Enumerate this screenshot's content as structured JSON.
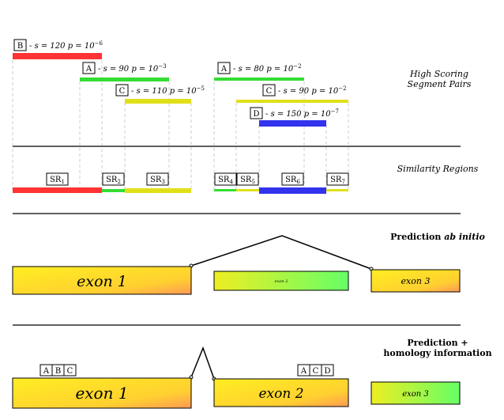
{
  "hsp_section": {
    "title_line1": "High Scoring",
    "title_line2": "Segment Pairs",
    "hsps": [
      {
        "id": "B",
        "score": "s = 120",
        "pval": "p = 10",
        "exp": "−6",
        "color": "#ff3333"
      },
      {
        "id": "A",
        "score": "s = 90",
        "pval": "p = 10",
        "exp": "−3",
        "color": "#33dd33"
      },
      {
        "id": "C",
        "score": "s = 110",
        "pval": "p = 10",
        "exp": "−5",
        "color": "#e0e01a"
      },
      {
        "id": "A",
        "score": "s = 80",
        "pval": "p = 10",
        "exp": "−2",
        "color": "#33dd33"
      },
      {
        "id": "C",
        "score": "s = 90",
        "pval": "p = 10",
        "exp": "−2",
        "color": "#e0e01a"
      },
      {
        "id": "D",
        "score": "s = 150",
        "pval": "p = 10",
        "exp": "−7",
        "color": "#3333ee"
      }
    ]
  },
  "sr_section": {
    "title": "Similarity Regions",
    "regions": [
      {
        "label": "SR",
        "sub": "1"
      },
      {
        "label": "SR",
        "sub": "2"
      },
      {
        "label": "SR",
        "sub": "3"
      },
      {
        "label": "SR",
        "sub": "4"
      },
      {
        "label": "SR",
        "sub": "5"
      },
      {
        "label": "SR",
        "sub": "6"
      },
      {
        "label": "SR",
        "sub": "7"
      }
    ]
  },
  "abinitio_section": {
    "title_prefix": "Prediction",
    "title_em": "ab initio",
    "exons": [
      "exon 1",
      "exon 2",
      "exon 3"
    ]
  },
  "homology_section": {
    "title_line1": "Prediction +",
    "title_line2": "homology information",
    "exons": [
      "exon 1",
      "exon 2",
      "exon 3"
    ],
    "tags_exon1": [
      "A",
      "B",
      "C"
    ],
    "tags_exon2": [
      "A",
      "C",
      "D"
    ]
  },
  "colors": {
    "red": "#ff3333",
    "green": "#33dd33",
    "yellow": "#e0e01a",
    "blue": "#3333ee",
    "exon_warm_start": "#ffee22",
    "exon_warm_end": "#ff9955",
    "exon_cool_start": "#eeee22",
    "exon_cool_end": "#66ff66"
  }
}
